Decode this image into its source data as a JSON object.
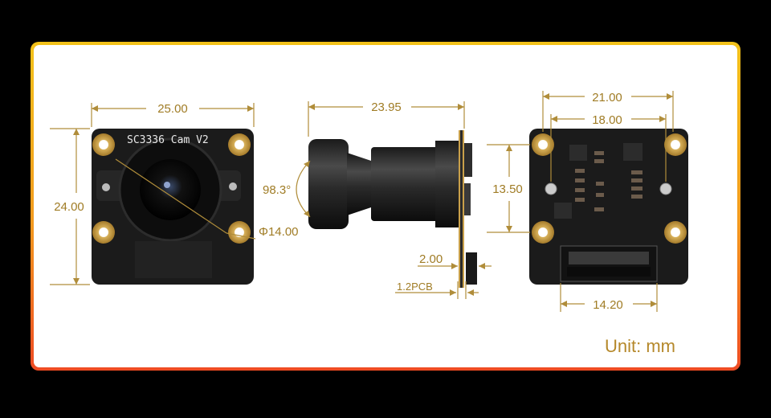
{
  "dimensions": {
    "front_width": "25.00",
    "front_height": "24.00",
    "side_length": "23.95",
    "fov": "98.3°",
    "lens_diameter": "Φ14.00",
    "connector_thickness": "2.00",
    "pcb_thickness": "1.2PCB",
    "back_width_outer": "21.00",
    "back_width_inner": "18.00",
    "back_hole_spacing": "13.50",
    "connector_width": "14.20"
  },
  "board_label": "SC3336 Cam V2",
  "unit_label": "Unit: mm",
  "colors": {
    "frame_top": "#f3c21a",
    "frame_bottom": "#ee4b23",
    "dimension": "#b08d3a",
    "pcb": "#1b1b1b",
    "gold_pad": "#c9a04a"
  }
}
